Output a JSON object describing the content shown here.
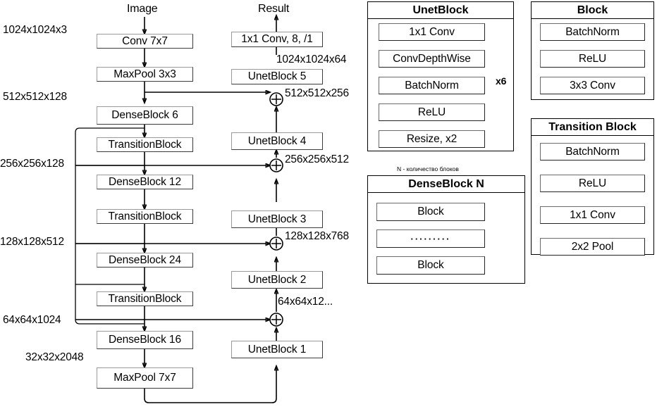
{
  "diagram": {
    "title_encoder": "Image",
    "title_decoder": "Result",
    "note_densblock": "N - количество блоков"
  },
  "encoder": {
    "column_label": "Image",
    "nodes": [
      {
        "id": "conv7",
        "label": "Conv 7x7"
      },
      {
        "id": "maxp3",
        "label": "MaxPool 3x3"
      },
      {
        "id": "dense6",
        "label": "DenseBlock 6"
      },
      {
        "id": "trans1",
        "label": "TransitionBlock"
      },
      {
        "id": "dense12",
        "label": "DenseBlock 12"
      },
      {
        "id": "trans2",
        "label": "TransitionBlock"
      },
      {
        "id": "dense24",
        "label": "DenseBlock 24"
      },
      {
        "id": "trans3",
        "label": "TransitionBlock"
      },
      {
        "id": "dense16",
        "label": "DenseBlock 16"
      },
      {
        "id": "maxp7",
        "label": "MaxPool 7x7"
      }
    ],
    "shape_labels": [
      {
        "id": "s0",
        "text": "1024x1024x3"
      },
      {
        "id": "s1",
        "text": "512x512x128"
      },
      {
        "id": "s2",
        "text": "256x256x128"
      },
      {
        "id": "s3",
        "text": "128x128x512"
      },
      {
        "id": "s4",
        "text": "64x64x1024"
      },
      {
        "id": "s5",
        "text": "32x32x2048"
      }
    ]
  },
  "decoder": {
    "column_label": "Result",
    "nodes": [
      {
        "id": "out",
        "label": "1x1 Conv, 8, /1"
      },
      {
        "id": "unet5",
        "label": "UnetBlock 5"
      },
      {
        "id": "unet4",
        "label": "UnetBlock 4"
      },
      {
        "id": "unet3",
        "label": "UnetBlock 3"
      },
      {
        "id": "unet2",
        "label": "UnetBlock 2"
      },
      {
        "id": "unet1",
        "label": "UnetBlock 1"
      }
    ],
    "shape_labels": [
      {
        "id": "d0",
        "text": "1024x1024x64"
      },
      {
        "id": "d1",
        "text": "512x512x256"
      },
      {
        "id": "d2",
        "text": "256x256x512"
      },
      {
        "id": "d3",
        "text": "128x128x768"
      },
      {
        "id": "d4",
        "text": "64x64x12..."
      }
    ],
    "merge_symbol": "+"
  },
  "panels": {
    "unetblock": {
      "title": "UnetBlock",
      "items": [
        "1x1 Conv",
        "ConvDepthWise",
        "BatchNorm",
        "ReLU",
        "Resize, x2"
      ],
      "repeat_label": "x6"
    },
    "denseblock": {
      "title": "DenseBlock N",
      "caption": "N - количество блоков",
      "items": [
        "Block",
        "·········",
        "Block"
      ]
    },
    "block": {
      "title": "Block",
      "items": [
        "BatchNorm",
        "ReLU",
        "3x3 Conv"
      ]
    },
    "transition": {
      "title": "Transition Block",
      "items": [
        "BatchNorm",
        "ReLU",
        "1x1 Conv",
        "2x2 Pool"
      ]
    }
  },
  "colors": {
    "stroke": "#000000",
    "box_border_light": "#9a9a9a",
    "box_border_dark": "#3a3a3a",
    "background": "#ffffff"
  }
}
